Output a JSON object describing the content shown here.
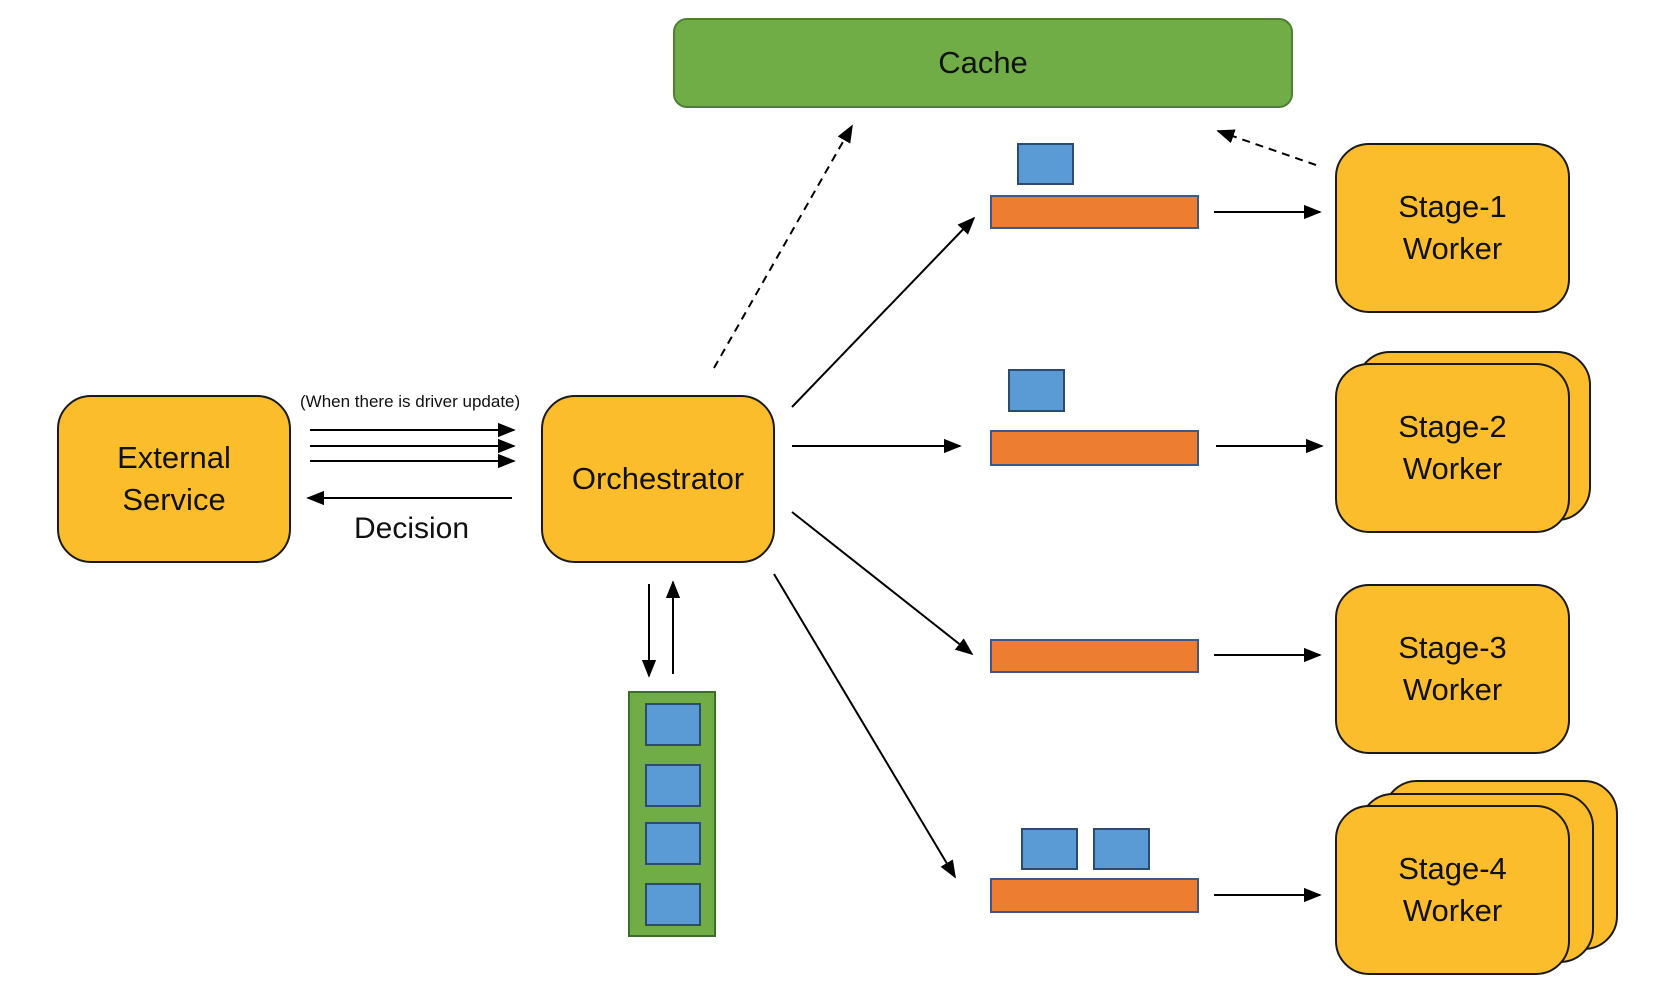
{
  "diagram": {
    "cache": {
      "label": "Cache"
    },
    "external_service": {
      "label_line1": "External",
      "label_line2": "Service"
    },
    "orchestrator": {
      "label": "Orchestrator"
    },
    "driver_update_note": "(When there is driver update)",
    "decision_label": "Decision",
    "workers": [
      {
        "line1": "Stage-1",
        "line2": "Worker"
      },
      {
        "line1": "Stage-2",
        "line2": "Worker"
      },
      {
        "line1": "Stage-3",
        "line2": "Worker"
      },
      {
        "line1": "Stage-4",
        "line2": "Worker"
      }
    ],
    "colors": {
      "node_fill": "#FBBD2C",
      "cache_fill": "#70AD47",
      "queue_fill": "#ED7D31",
      "item_fill": "#5B9BD5"
    }
  }
}
